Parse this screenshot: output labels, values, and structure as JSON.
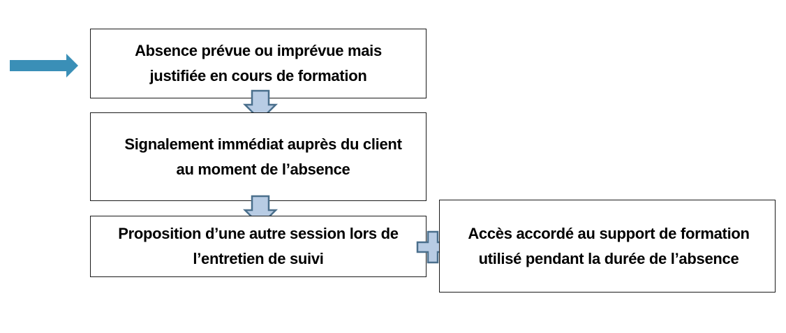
{
  "colors": {
    "pointer_arrow": "#3a8fb7",
    "connector_fill": "#b8cce4",
    "connector_stroke": "#4a6f8c",
    "box_border": "#1a1a1a",
    "text": "#000000"
  },
  "icons": {
    "entry": "right-arrow-icon",
    "step_connector": "down-arrow-icon",
    "join": "plus-icon"
  },
  "boxes": [
    {
      "text": "Absence prévue ou imprévue mais justifiée en cours de formation"
    },
    {
      "text": "Signalement immédiat auprès du client au moment de l’absence"
    },
    {
      "text": "Proposition d’une autre session lors de l’entretien de suivi"
    },
    {
      "text": "Accès accordé au support de formation utilisé pendant la durée de l’absence"
    }
  ]
}
